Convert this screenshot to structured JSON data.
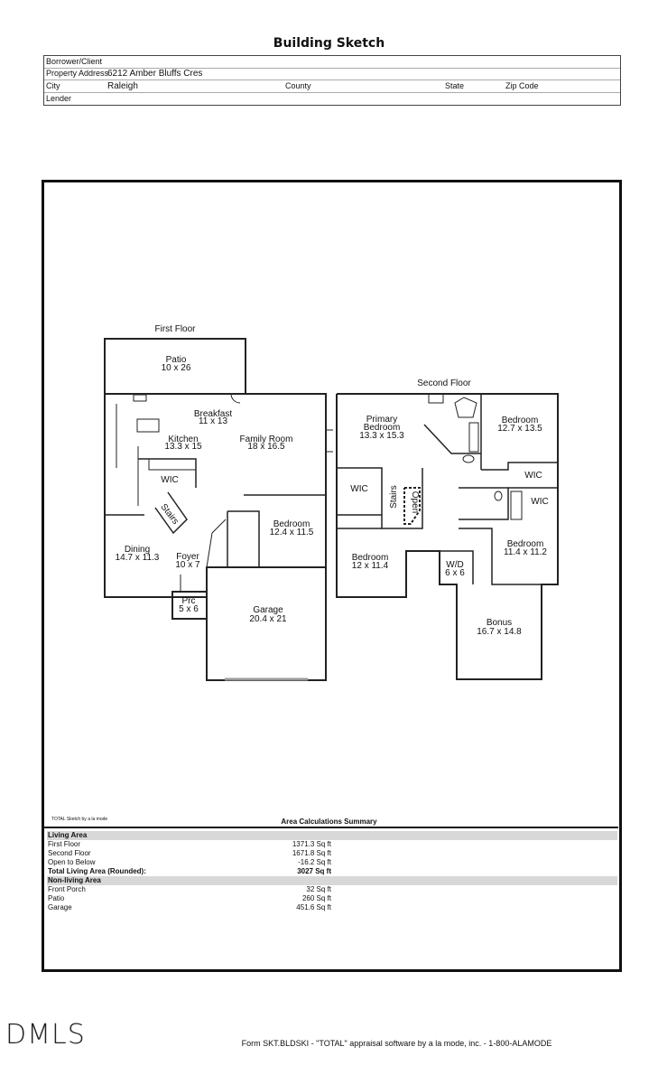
{
  "page": {
    "title": "Building Sketch"
  },
  "header": {
    "borrower_label": "Borrower/Client",
    "property_label": "Property Address",
    "property_value": "6212 Amber Bluffs Cres",
    "city_label": "City",
    "city_value": "Raleigh",
    "county_label": "County",
    "state_label": "State",
    "zip_label": "Zip Code",
    "lender_label": "Lender"
  },
  "first_floor": {
    "label": "First Floor",
    "rooms": [
      {
        "name": "Patio",
        "size": "10 x 26"
      },
      {
        "name": "Breakfast",
        "size": "11 x 13"
      },
      {
        "name": "Kitchen",
        "size": "13.3 x 15"
      },
      {
        "name": "Family Room",
        "size": "18 x 16.5"
      },
      {
        "name": "WIC",
        "size": ""
      },
      {
        "name": "Stairs",
        "size": ""
      },
      {
        "name": "Bedroom",
        "size": "12.4 x 11.5"
      },
      {
        "name": "Dining",
        "size": "14.7 x 11.3"
      },
      {
        "name": "Foyer",
        "size": "10 x 7"
      },
      {
        "name": "Prc",
        "size": "5 x 6"
      },
      {
        "name": "Garage",
        "size": "20.4 x 21"
      }
    ]
  },
  "second_floor": {
    "label": "Second Floor",
    "rooms": [
      {
        "name": "Primary Bedroom",
        "line1": "Primary",
        "line2": "Bedroom",
        "size": "13.3 x 15.3"
      },
      {
        "name": "Bedroom",
        "size": "12.7 x 13.5"
      },
      {
        "name": "WIC",
        "size": ""
      },
      {
        "name": "WIC",
        "size": ""
      },
      {
        "name": "WIC",
        "size": ""
      },
      {
        "name": "Stairs",
        "size": ""
      },
      {
        "name": "Open",
        "size": ""
      },
      {
        "name": "Bedroom",
        "size": "12 x 11.4"
      },
      {
        "name": "W/D",
        "size": "6 x 6"
      },
      {
        "name": "Bedroom",
        "size": "11.4 x 11.2"
      },
      {
        "name": "Bonus",
        "size": "16.7 x 14.8"
      }
    ]
  },
  "sketch_credit": "TOTAL Sketch by a la mode",
  "area_summary": {
    "title": "Area Calculations Summary",
    "living_header": "Living Area",
    "living": [
      {
        "label": "First Floor",
        "value": "1371.3 Sq ft"
      },
      {
        "label": "Second Floor",
        "value": "1671.8 Sq ft"
      },
      {
        "label": "Open to Below",
        "value": "-16.2 Sq ft"
      }
    ],
    "total": {
      "label": "Total Living Area (Rounded):",
      "value": "3027 Sq ft"
    },
    "nonliving_header": "Non-living Area",
    "nonliving": [
      {
        "label": "Front Porch",
        "value": "32 Sq ft"
      },
      {
        "label": "Patio",
        "value": "260 Sq ft"
      },
      {
        "label": "Garage",
        "value": "451.6 Sq ft"
      }
    ]
  },
  "logo_text": "DMLS",
  "footer": {
    "form": "Form SKT.BLDSKI - \"TOTAL\" appraisal software by a la mode, inc. - 1-800-ALAMODE"
  }
}
